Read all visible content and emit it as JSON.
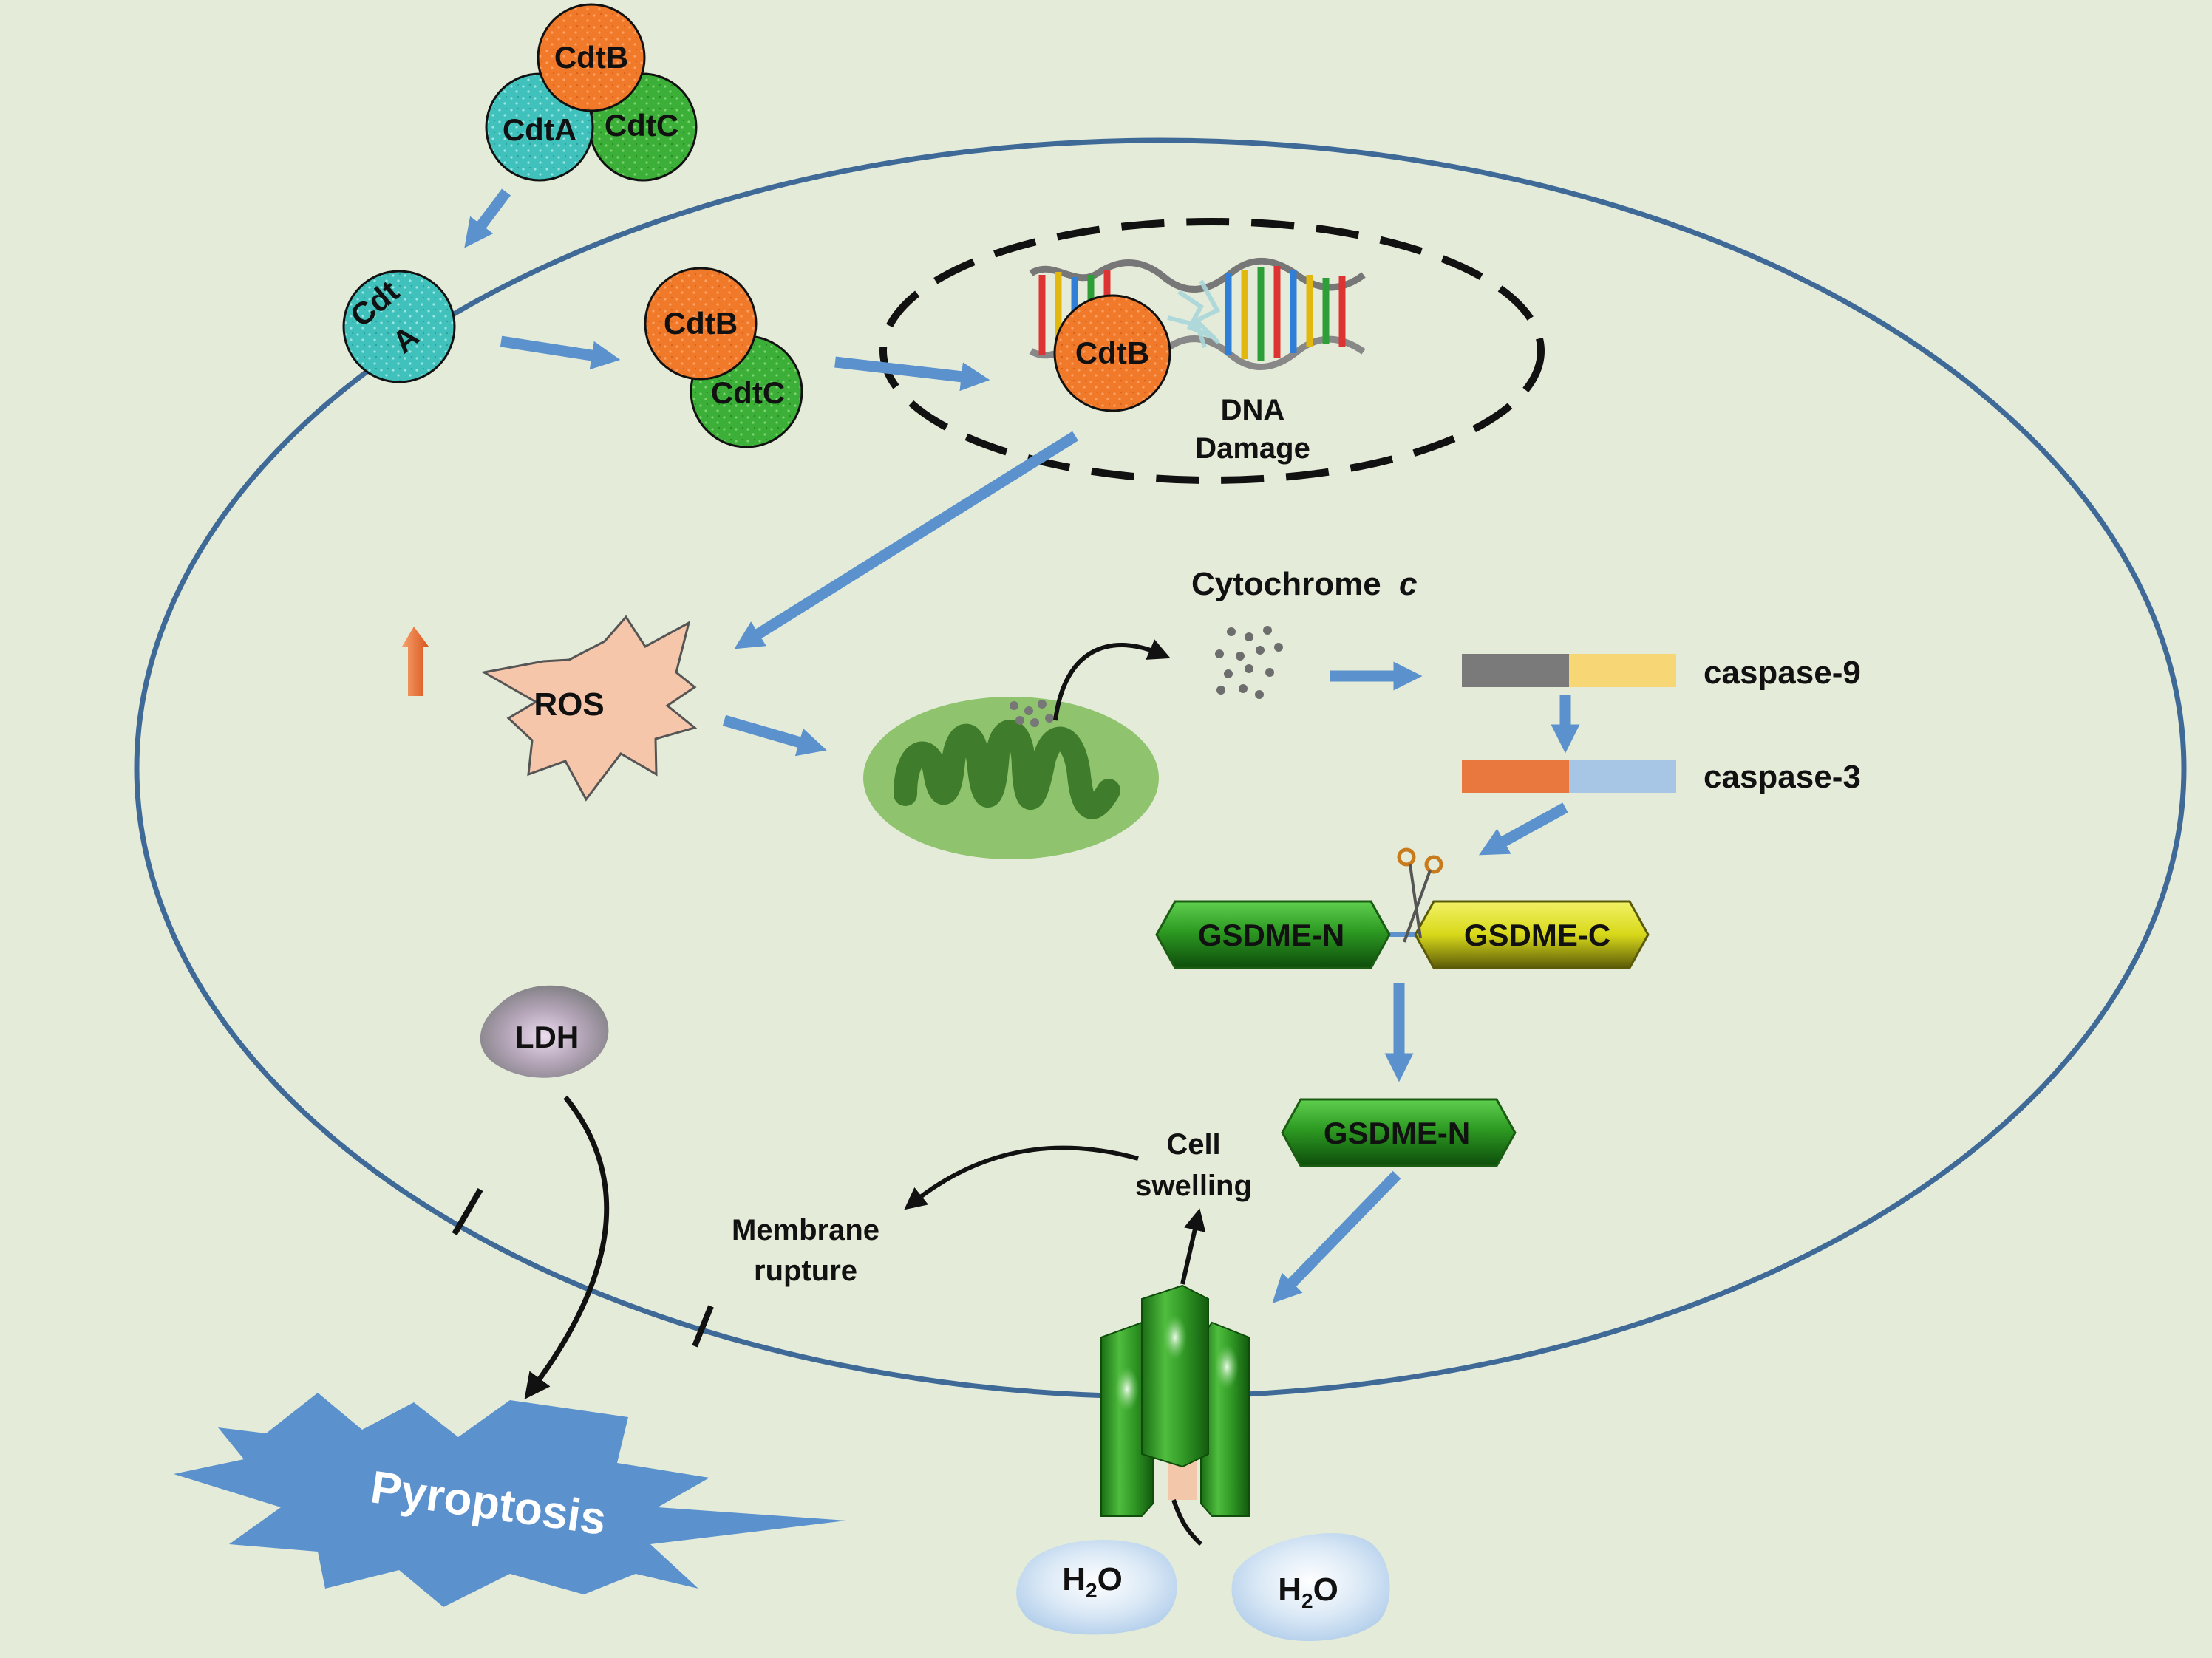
{
  "toxin": {
    "cdtb": "CdtB",
    "cdta": "CdtA",
    "cdtc": "CdtC",
    "cdta_top": "Cdt",
    "cdta_bottom": "A"
  },
  "nucleus": {
    "dna_line1": "DNA",
    "dna_line2": "Damage"
  },
  "ros": {
    "label": "ROS"
  },
  "cytochrome": {
    "label": "Cytochrome",
    "italic": "c"
  },
  "caspases": {
    "caspase9": "caspase-9",
    "caspase3": "caspase-3"
  },
  "gsdme": {
    "n": "GSDME-N",
    "c": "GSDME-C",
    "n_cleaved": "GSDME-N"
  },
  "outcomes": {
    "cell_swelling_1": "Cell",
    "cell_swelling_2": "swelling",
    "membrane_rupture_1": "Membrane",
    "membrane_rupture_2": "rupture",
    "ldh": "LDH",
    "pyroptosis": "Pyroptosis"
  },
  "water": {
    "base": "H",
    "sub": "2",
    "end": "O"
  },
  "colors": {
    "background": "#e4ecd9",
    "arrow_blue": "#5b92cd",
    "membrane": "#3f6a98",
    "cdtb_orange": "#f07a2a",
    "cdta_teal": "#3fc0bb",
    "cdtc_green": "#3daf3a",
    "pyroptosis_blue": "#5b92cd"
  }
}
